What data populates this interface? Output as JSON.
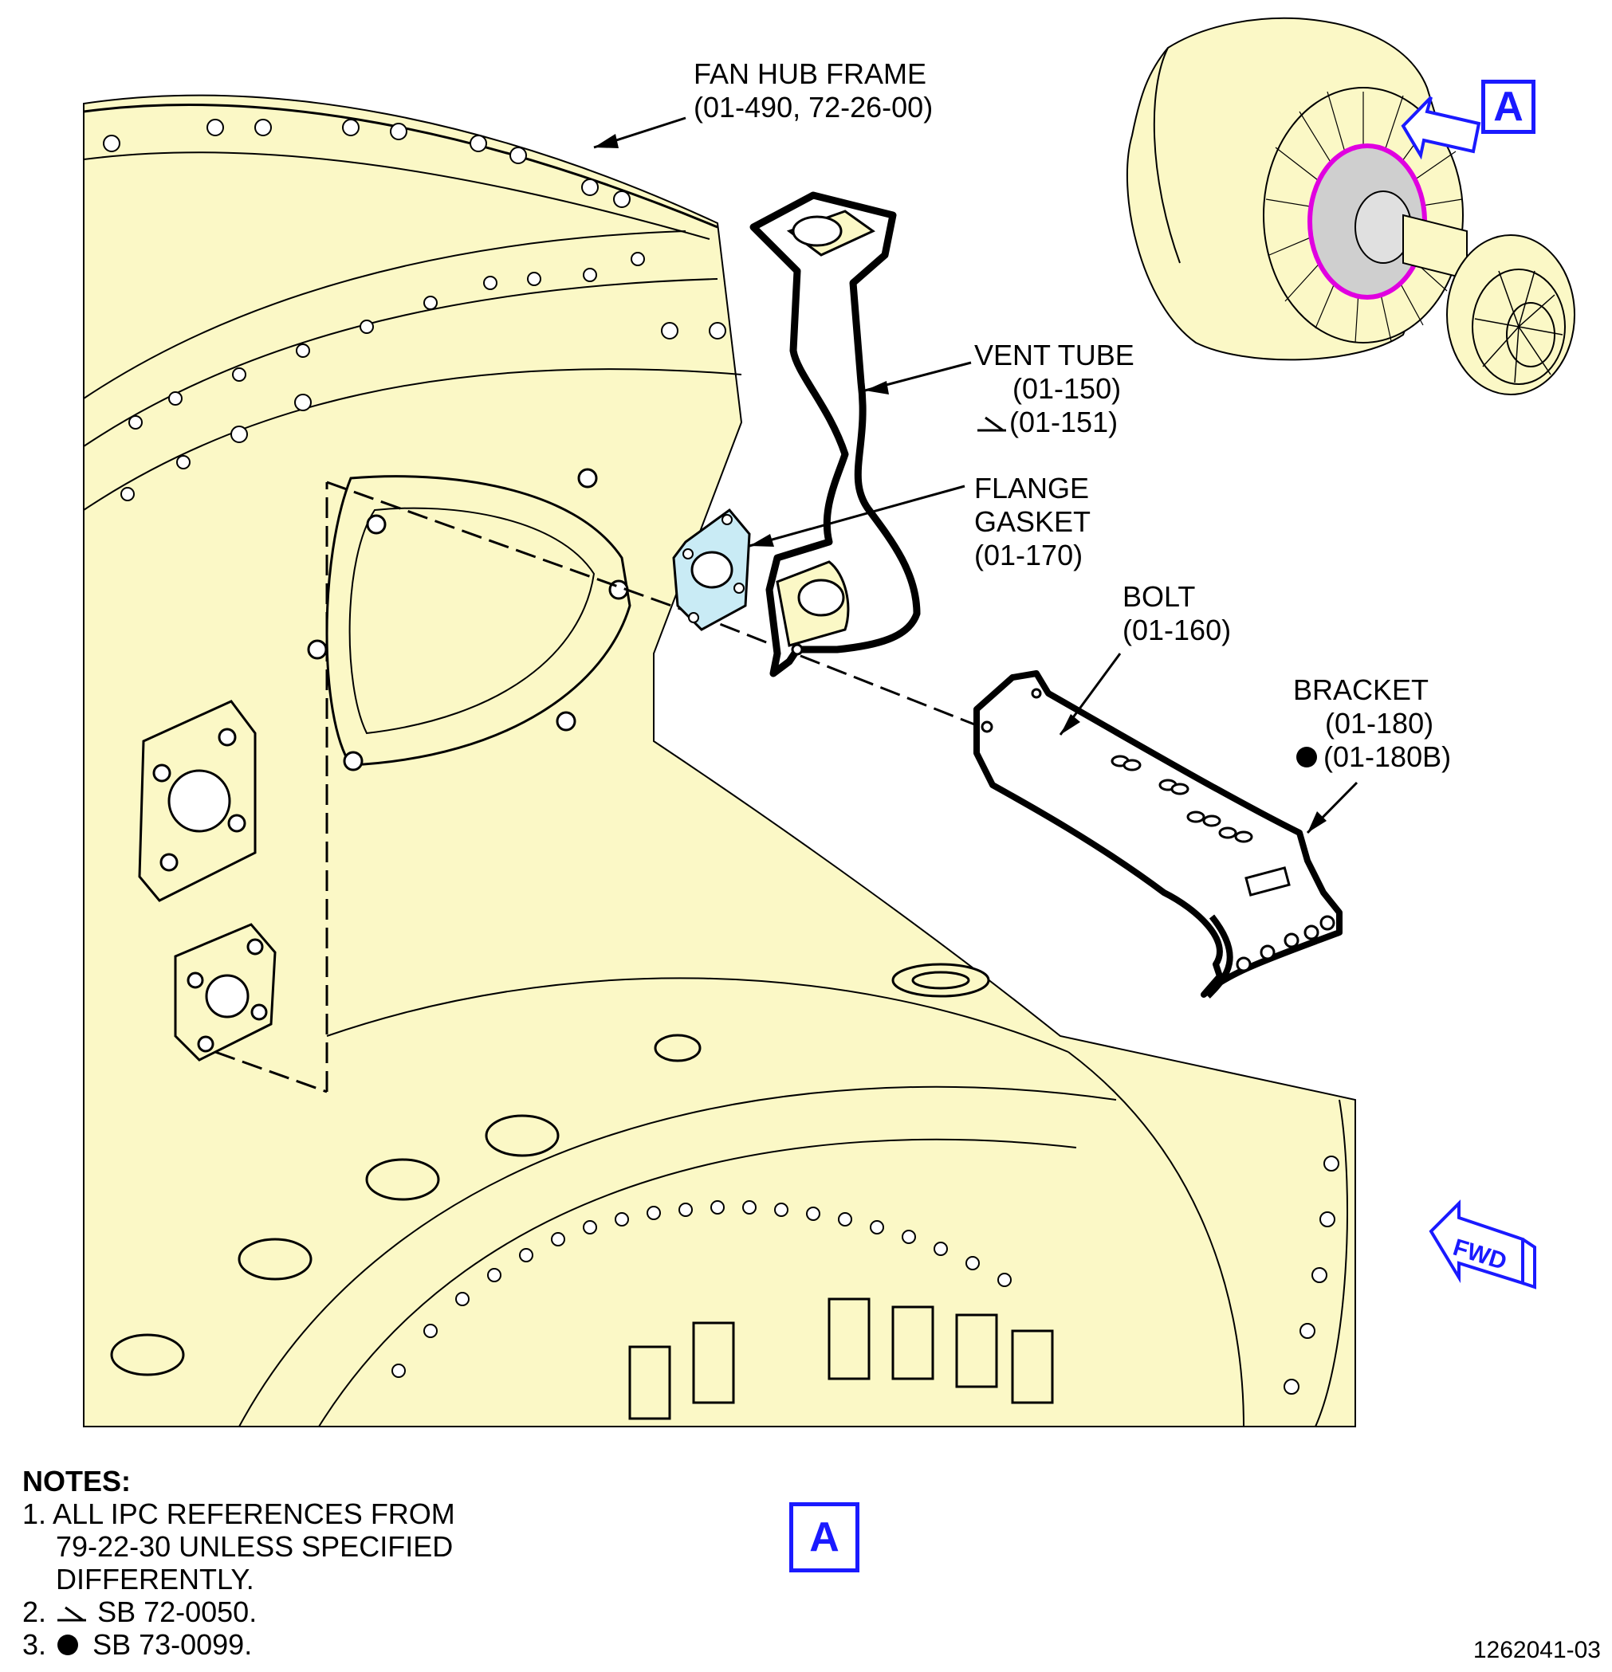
{
  "labels": {
    "fan_hub_frame": {
      "name": "FAN HUB FRAME",
      "ref": "(01-490, 72-26-00)"
    },
    "vent_tube": {
      "name": "VENT TUBE",
      "ref1": "(01-150)",
      "ref2": "(01-151)"
    },
    "flange_gasket": {
      "line1": "FLANGE",
      "line2": "GASKET",
      "ref": "(01-170)"
    },
    "bolt": {
      "name": "BOLT",
      "ref": "(01-160)"
    },
    "bracket": {
      "name": "BRACKET",
      "ref1": "(01-180)",
      "ref2": "(01-180B)"
    }
  },
  "view_callout": "A",
  "inset_callout": "A",
  "fwd_label": "FWD",
  "notes": {
    "title": "NOTES:",
    "n1_a": "1. ALL IPC REFERENCES FROM",
    "n1_b": "79-22-30 UNLESS SPECIFIED",
    "n1_c": "DIFFERENTLY.",
    "n2": "SB 72-0050.",
    "n2_num": "2.",
    "n3": "SB 73-0099.",
    "n3_num": "3."
  },
  "figure_id": "1262041-03",
  "colors": {
    "part_fill": "#fbf8c6",
    "callout_blue": "#1a1aff",
    "highlight_magenta": "#e000e0",
    "gasket_fill": "#c9ebf5"
  }
}
